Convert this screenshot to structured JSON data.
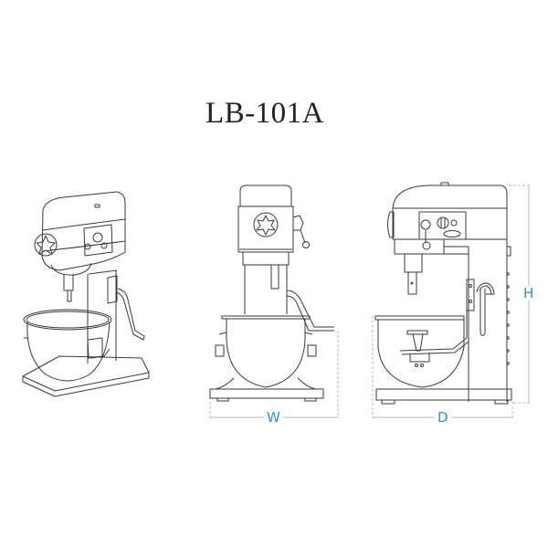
{
  "title": "LB-101A",
  "views": [
    {
      "name": "perspective-view"
    },
    {
      "name": "front-view"
    },
    {
      "name": "side-view"
    }
  ],
  "dimensions": {
    "width_label": "W",
    "depth_label": "D",
    "height_label": "H"
  },
  "colors": {
    "line": "#3a3a3a",
    "dimension_line": "#b8b8b8",
    "dimension_label": "#2a96cf"
  }
}
